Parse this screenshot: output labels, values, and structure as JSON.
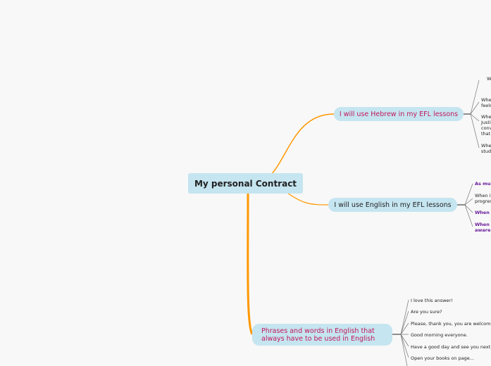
{
  "center": {
    "label": "My personal Contract"
  },
  "branches": [
    {
      "label": "I will use Hebrew in my EFL lessons",
      "leaves": [
        "W",
        "Whe\nfeels",
        "Whe\nJusti\nconv\nthat",
        "Whe\nstud"
      ]
    },
    {
      "label": "I will use English in my EFL lessons",
      "leaves": [
        "As mu",
        "When i\nprogres",
        "When",
        "When\naware"
      ]
    },
    {
      "label": "Phrases and words in English that always have to be used in English",
      "leaves": [
        "I love this answer!",
        "Are you sure?",
        "Please, thank you, you are welcom",
        "Good morning everyone.",
        "Have a good day and see you next",
        "Open your books on page..."
      ]
    }
  ],
  "colors": {
    "branch_line": "#ff9800",
    "node_bg": "#c5e5f0",
    "node_text": "#c2185b",
    "purple_leaf": "#6a1b9a"
  }
}
